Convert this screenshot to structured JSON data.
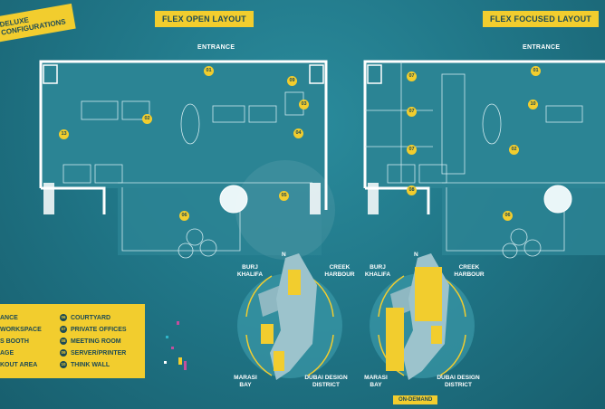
{
  "corner_tag": "DELUXE CONFIGURATIONS",
  "layouts": [
    {
      "title": "FLEX OPEN LAYOUT",
      "entrance": "ENTRANCE",
      "markers": [
        "01",
        "02",
        "03",
        "04",
        "05",
        "06",
        "09",
        "13"
      ]
    },
    {
      "title": "FLEX FOCUSED LAYOUT",
      "entrance": "ENTRANCE",
      "markers": [
        "01",
        "02",
        "06",
        "07",
        "07",
        "07",
        "08",
        "10"
      ]
    }
  ],
  "maps": [
    {
      "labels": {
        "top_left": "BURJ KHALIFA",
        "top_right": "CREEK HARBOUR",
        "bottom_left": "MARASI BAY",
        "bottom_right": "DUBAI DESIGN DISTRICT",
        "north": "N"
      }
    },
    {
      "labels": {
        "top_left": "BURJ KHALIFA",
        "top_right": "CREEK HARBOUR",
        "bottom_left": "MARASI BAY",
        "bottom_right": "DUBAI DESIGN DISTRICT",
        "north": "N"
      }
    }
  ],
  "ondemand": "ON-DEMAND",
  "legend": {
    "left": [
      "ANCE",
      "WORKSPACE",
      "S BOOTH",
      "AGE",
      "KOUT AREA"
    ],
    "right": [
      {
        "num": "06",
        "label": "COURTYARD"
      },
      {
        "num": "07",
        "label": "PRIVATE OFFICES"
      },
      {
        "num": "08",
        "label": "MEETING ROOM"
      },
      {
        "num": "09",
        "label": "SERVER/PRINTER"
      },
      {
        "num": "10",
        "label": "THINK WALL"
      }
    ]
  },
  "colors": {
    "accent": "#f2cd2e",
    "background": "#1f7384",
    "dark_text": "#1d4a55"
  }
}
